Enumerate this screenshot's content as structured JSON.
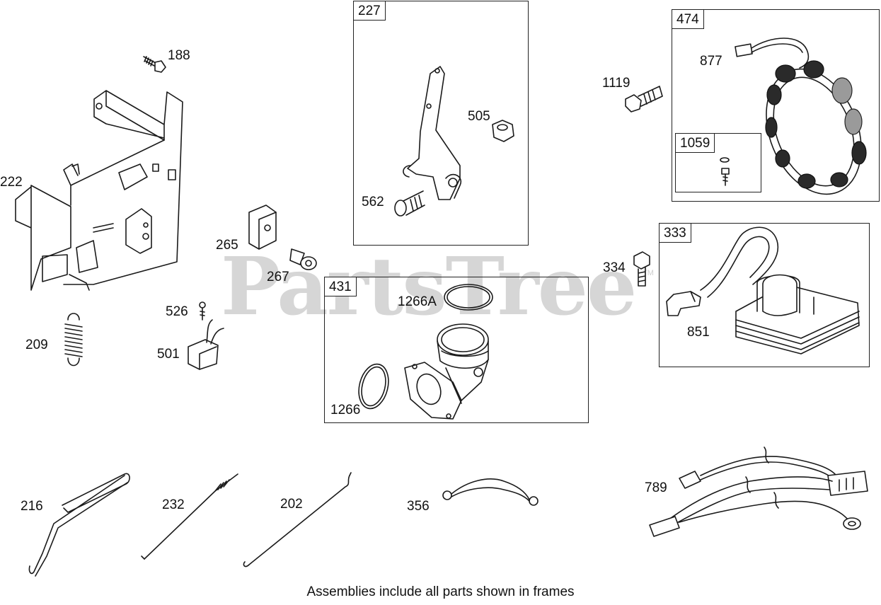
{
  "watermark": {
    "brand": "PartsTree",
    "trademark": "TM"
  },
  "footer_note": "Assemblies include all parts shown in frames",
  "frames": {
    "f227": "227",
    "f474": "474",
    "f1059": "1059",
    "f333": "333",
    "f431": "431"
  },
  "callouts": {
    "p188": "188",
    "p222": "222",
    "p209": "209",
    "p265": "265",
    "p267": "267",
    "p526": "526",
    "p501": "501",
    "p505": "505",
    "p562": "562",
    "p1119": "1119",
    "p877": "877",
    "p334": "334",
    "p851": "851",
    "p1266A": "1266A",
    "p1266": "1266",
    "p216": "216",
    "p232": "232",
    "p202": "202",
    "p356": "356",
    "p789": "789"
  }
}
